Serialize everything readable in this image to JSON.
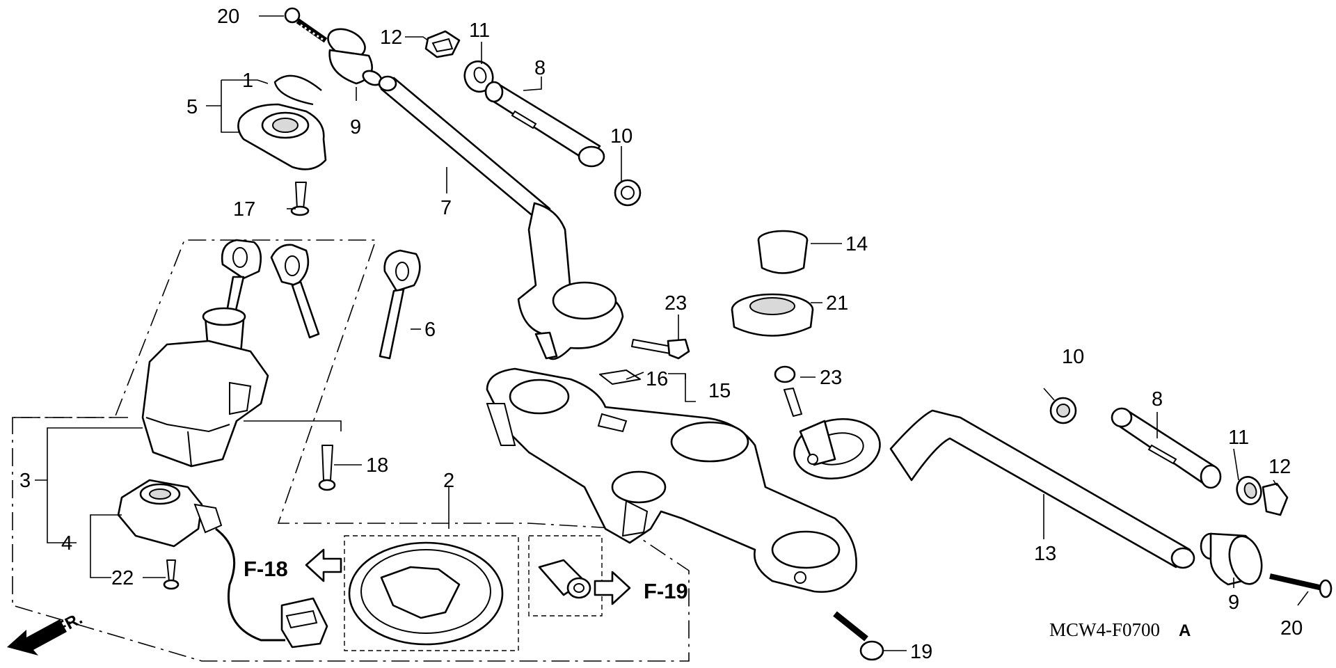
{
  "diagram": {
    "code": "MCW4-F0700",
    "code_suffix": "A",
    "front_label": "FR.",
    "refs": {
      "f18": "F-18",
      "f19": "F-19"
    },
    "labels": {
      "n1": "1",
      "n2": "2",
      "n3": "3",
      "n4": "4",
      "n5": "5",
      "n6": "6",
      "n7": "7",
      "n8a": "8",
      "n8b": "8",
      "n9a": "9",
      "n9b": "9",
      "n10a": "10",
      "n10b": "10",
      "n11a": "11",
      "n11b": "11",
      "n12a": "12",
      "n12b": "12",
      "n13": "13",
      "n14": "14",
      "n15": "15",
      "n16": "16",
      "n17": "17",
      "n18": "18",
      "n19": "19",
      "n20a": "20",
      "n20b": "20",
      "n21": "21",
      "n22": "22",
      "n23a": "23",
      "n23b": "23"
    }
  }
}
